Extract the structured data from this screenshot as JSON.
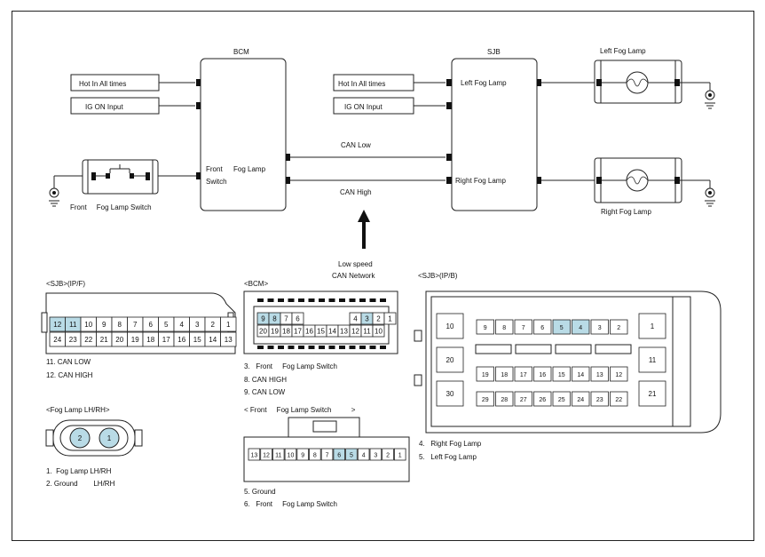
{
  "modules": {
    "bcm": "BCM",
    "sjb": "SJB",
    "left_fog_lamp": "Left Fog Lamp",
    "right_fog_lamp": "Right Fog Lamp"
  },
  "inputs": {
    "hot_in_all_times": "Hot In All times",
    "ig_on_input": "IG ON Input"
  },
  "bcm_pin_labels": {
    "front": "Front",
    "fog_lamp": "Fog Lamp",
    "switch": "Switch"
  },
  "sjb_pin_labels": {
    "left": "Left Fog Lamp",
    "right": "Right Fog Lamp"
  },
  "can": {
    "low": "CAN Low",
    "high": "CAN High",
    "network_line1": "Low speed",
    "network_line2": "CAN Network"
  },
  "front_fog_switch_caption": "Front     Fog Lamp Switch",
  "connectors": {
    "sjb_ipf": {
      "title": "<SJB>(IP/F)",
      "row1": [
        "12",
        "11",
        "10",
        "9",
        "8",
        "7",
        "6",
        "5",
        "4",
        "3",
        "2",
        "1"
      ],
      "row2": [
        "24",
        "23",
        "22",
        "21",
        "20",
        "19",
        "18",
        "17",
        "16",
        "15",
        "14",
        "13"
      ],
      "highlighted": [
        "12",
        "11"
      ],
      "legend": [
        "11. CAN LOW",
        "12. CAN HIGH"
      ]
    },
    "bcm": {
      "title": "<BCM>",
      "row1": [
        "9",
        "8",
        "7",
        "6",
        "",
        "",
        "4",
        "3",
        "2",
        "1"
      ],
      "row2": [
        "20",
        "19",
        "18",
        "17",
        "16",
        "15",
        "14",
        "13",
        "12",
        "11",
        "10"
      ],
      "highlighted": [
        "9",
        "8",
        "3"
      ],
      "legend": [
        "3.   Front     Fog Lamp Switch",
        "8. CAN HIGH",
        "9. CAN LOW"
      ]
    },
    "fog_lamp": {
      "title": "<Fog Lamp LH/RH>",
      "pins": [
        "2",
        "1"
      ],
      "legend": [
        "1.  Fog Lamp LH/RH",
        "2. Ground        LH/RH"
      ]
    },
    "front_fog_switch": {
      "title": "< Front     Fog Lamp Switch          >",
      "pins": [
        "13",
        "12",
        "11",
        "10",
        "9",
        "8",
        "7",
        "6",
        "5",
        "4",
        "3",
        "2",
        "1"
      ],
      "highlighted": [
        "6",
        "5"
      ],
      "legend": [
        "5. Ground",
        "6.   Front     Fog Lamp Switch"
      ]
    },
    "sjb_ipb": {
      "title": "<SJB>(IP/B)",
      "big_left": [
        "10",
        "20",
        "30"
      ],
      "big_right": [
        "1",
        "11",
        "21"
      ],
      "row1": [
        "9",
        "8",
        "7",
        "6",
        "5",
        "4",
        "3",
        "2"
      ],
      "row3": [
        "19",
        "18",
        "17",
        "16",
        "15",
        "14",
        "13",
        "12"
      ],
      "row4": [
        "29",
        "28",
        "27",
        "26",
        "25",
        "24",
        "23",
        "22"
      ],
      "highlighted": [
        "5",
        "4"
      ],
      "legend": [
        "4.   Right Fog Lamp",
        "5.   Left Fog Lamp"
      ]
    }
  },
  "colors": {
    "highlight": "#b9dbe6",
    "line": "#222222"
  }
}
